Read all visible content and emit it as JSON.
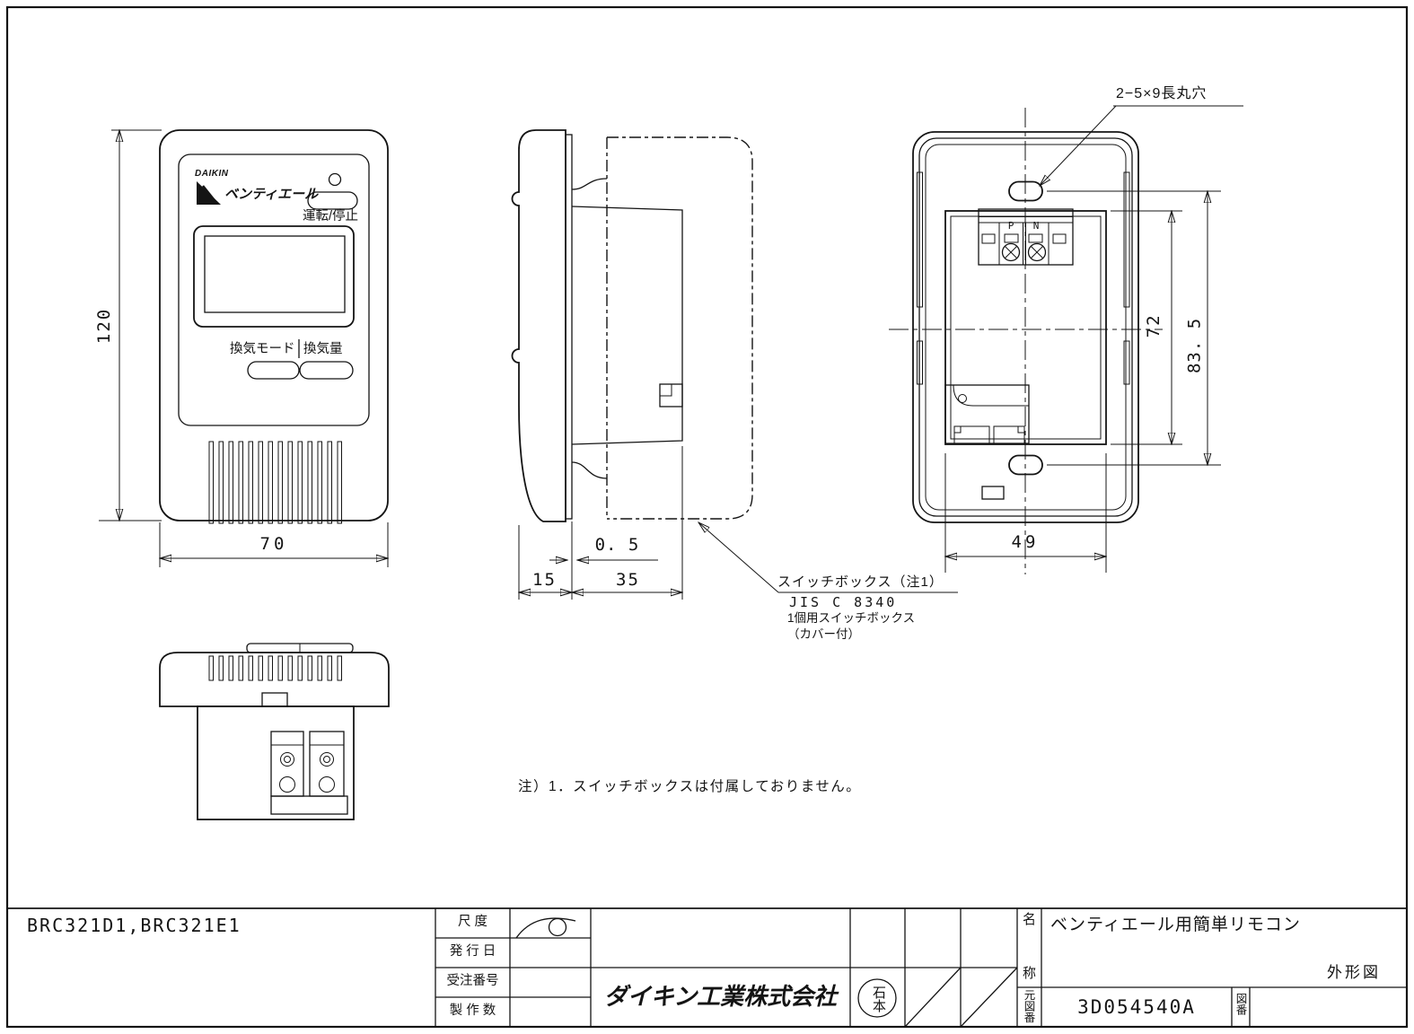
{
  "views": {
    "front": {
      "brand": "DAIKIN",
      "logo_text": "ベンティエール",
      "run_stop": "運転/停止",
      "vent_mode": "換気モード",
      "vent_volume": "換気量"
    },
    "rear": {
      "hole_label": "2−5×9長丸穴",
      "terminal_p": "P",
      "terminal_n": "N"
    }
  },
  "dimensions": {
    "front_height": "120",
    "front_width": "70",
    "side_body_depth": "15",
    "side_box_depth": "35",
    "side_gap": "0. 5",
    "rear_opening_height": "72",
    "rear_hole_pitch": "83. 5",
    "rear_opening_width": "49"
  },
  "switch_box_note": {
    "title": "スイッチボックス（注1）",
    "jis": "JIS C 8340",
    "line2": "1個用スイッチボックス",
    "line3": "（カバー付）"
  },
  "footnote": "注）1．スイッチボックスは付属しておりません。",
  "title_block": {
    "models": "BRC321D1,BRC321E1",
    "scale_label": "尺 度",
    "issue_date_label": "発 行 日",
    "order_no_label": "受注番号",
    "quantity_label": "製 作 数",
    "company": "ダイキン工業株式会社",
    "stamp": "石本",
    "name_label_top": "名",
    "name_label_bottom": "称",
    "product_name": "ベンティエール用簡単リモコン",
    "drawing_type": "外形図",
    "base_drawing_label": "元図番",
    "base_drawing_no": "3D054540A",
    "drawing_no_label": "図番"
  }
}
